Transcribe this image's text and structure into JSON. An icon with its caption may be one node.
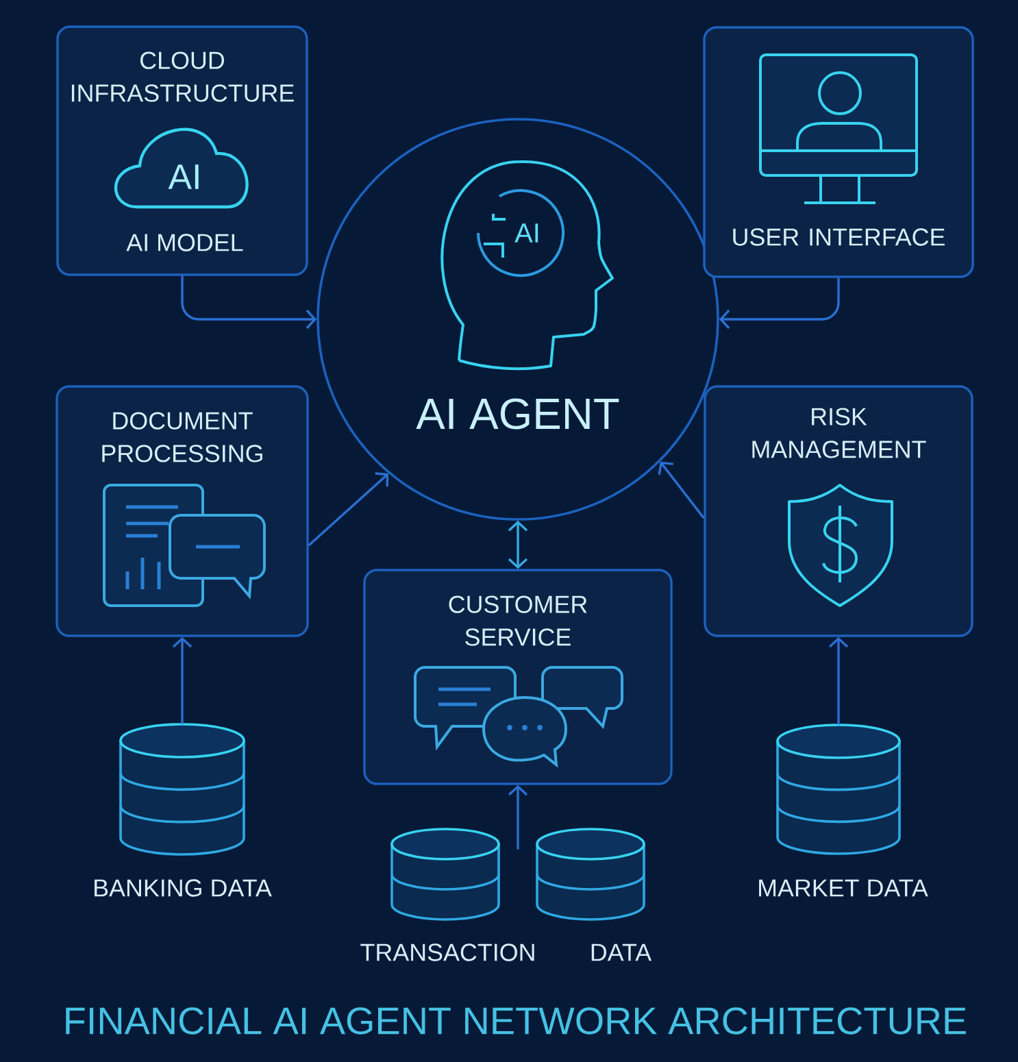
{
  "diagram": {
    "title": "FINANCIAL AI AGENT NETWORK ARCHITECTURE",
    "nodes": [
      {
        "text": [
          "CLOUD INFRASTRUCTURE"
        ]
      },
      {
        "text": [
          "AI"
        ],
        "beside": [
          "AI MODEL"
        ],
        "in": 0
      },
      {
        "text": [
          "AI AGENT"
        ]
      },
      {
        "text": [
          "AI"
        ],
        "in": 2
      },
      {
        "text": [
          "USER INTERFACE"
        ]
      },
      {
        "text": [
          "DOCUMENT PROCESSING"
        ]
      },
      {
        "text": [
          "RISK MANAGEMENT"
        ]
      },
      {
        "text": [
          "CUSTOMER SERVICE"
        ]
      },
      {
        "text": [],
        "shape": "cylinder",
        "beside": [
          "BANKING DATA"
        ]
      },
      {
        "text": [],
        "shape": "cylinder",
        "beside": [
          "TRANSACTION"
        ]
      },
      {
        "text": [],
        "shape": "cylinder",
        "beside": [
          "DATA"
        ]
      },
      {
        "text": [],
        "shape": "cylinder",
        "beside": [
          "MARKET DATA"
        ]
      }
    ],
    "edges": [
      {
        "from": 0,
        "to": 2,
        "arrow": "to"
      },
      {
        "from": 4,
        "to": 2,
        "arrow": "to"
      },
      {
        "from": 5,
        "to": 2,
        "arrow": "to"
      },
      {
        "from": 6,
        "to": 2,
        "arrow": "to"
      },
      {
        "from": 2,
        "to": 7,
        "arrow": "both",
        "color": "#36a9e0"
      },
      {
        "from": 8,
        "to": 5,
        "arrow": "to"
      },
      {
        "from": 9,
        "to": 7,
        "arrow": "to"
      },
      {
        "from": 10,
        "to": 7,
        "arrow": "to"
      },
      {
        "from": 11,
        "to": 6,
        "arrow": "to"
      }
    ]
  }
}
